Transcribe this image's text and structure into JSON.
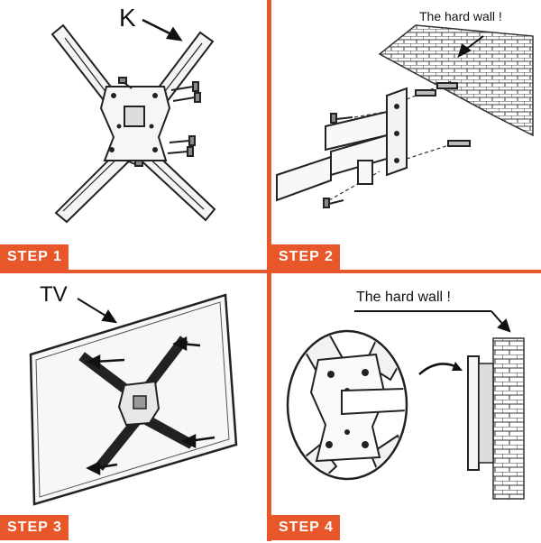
{
  "steps": [
    {
      "label": "STEP 1",
      "callout": "K"
    },
    {
      "label": "STEP 2",
      "callout": "The hard wall !"
    },
    {
      "label": "STEP 3",
      "callout": "TV"
    },
    {
      "label": "STEP 4",
      "callout": "The hard wall !"
    }
  ],
  "colors": {
    "accent": "#e8572a",
    "line": "#222222",
    "brick": "#444444"
  }
}
